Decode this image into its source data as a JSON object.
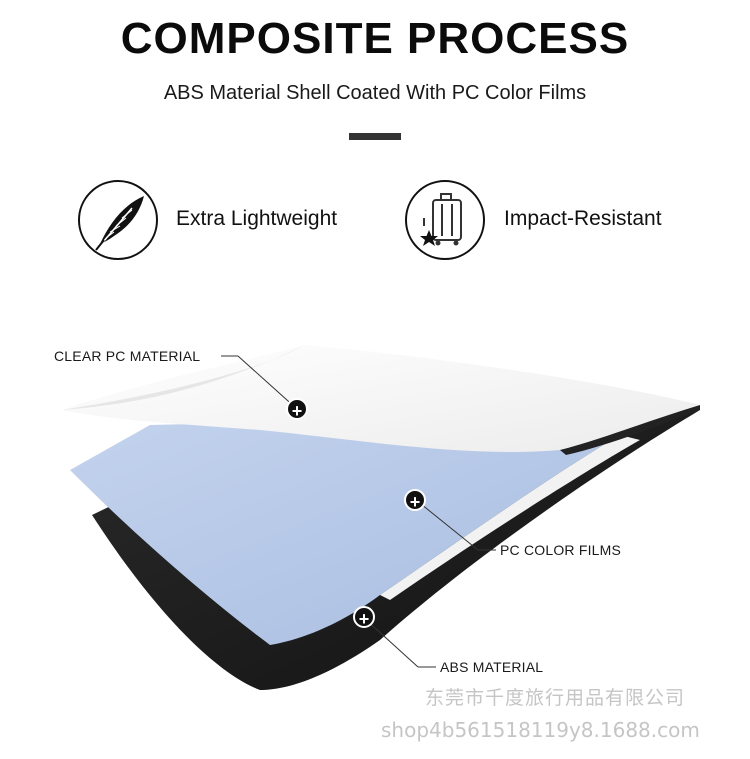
{
  "header": {
    "title": "COMPOSITE PROCESS",
    "subtitle": "ABS Material Shell Coated With PC Color Films"
  },
  "features": [
    {
      "icon": "feather-icon",
      "label": "Extra Lightweight"
    },
    {
      "icon": "suitcase-impact-icon",
      "label": "Impact-Resistant"
    }
  ],
  "callouts": {
    "clear_pc": "CLEAR PC MATERIAL",
    "pc_color": "PC COLOR FILMS",
    "abs": "ABS MATERIAL"
  },
  "plus_glyph": "+",
  "watermark": {
    "company": "东莞市千度旅行用品有限公司",
    "url": "shop4b561518119y8.1688.com"
  },
  "colors": {
    "clear_layer": "#f6f6f6",
    "color_film": "#b7c9e6",
    "abs_layer": "#1c1c1c"
  }
}
